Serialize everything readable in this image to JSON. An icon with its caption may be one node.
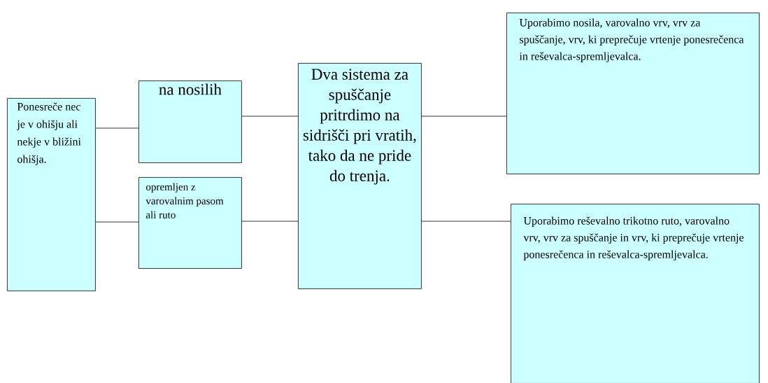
{
  "diagram": {
    "nodes": [
      {
        "text": [
          "Ponesreče nec je v ohišju ali nekje v bližini ohišja."
        ]
      },
      {
        "text": [
          "na nosilih"
        ]
      },
      {
        "text": [
          "opremljen z varovalnim pasom ali ruto"
        ]
      },
      {
        "text": [
          "Dva sistema za spuščanje pritrdimo na sidrišči pri vratih, tako da ne pride do trenja."
        ]
      },
      {
        "text": [
          "Uporabimo nosila, varovalno vrv, vrv za spuščanje, vrv, ki preprečuje vrtenje ponesrečenca in reševalca-spremljevalca."
        ]
      },
      {
        "text": [
          "Uporabimo reševalno trikotno ruto, varovalno vrv, vrv za spuščanje in vrv, ki preprečuje vrtenje ponesrečenca in reševalca-spremljevalca."
        ]
      }
    ],
    "edges": [
      {
        "from": 0,
        "to": 1,
        "arrow": "none"
      },
      {
        "from": 0,
        "to": 2,
        "arrow": "none"
      },
      {
        "from": 1,
        "to": 3,
        "arrow": "none"
      },
      {
        "from": 2,
        "to": 3,
        "arrow": "none"
      },
      {
        "from": 3,
        "to": 4,
        "arrow": "none"
      },
      {
        "from": 3,
        "to": 5,
        "arrow": "none"
      }
    ]
  }
}
